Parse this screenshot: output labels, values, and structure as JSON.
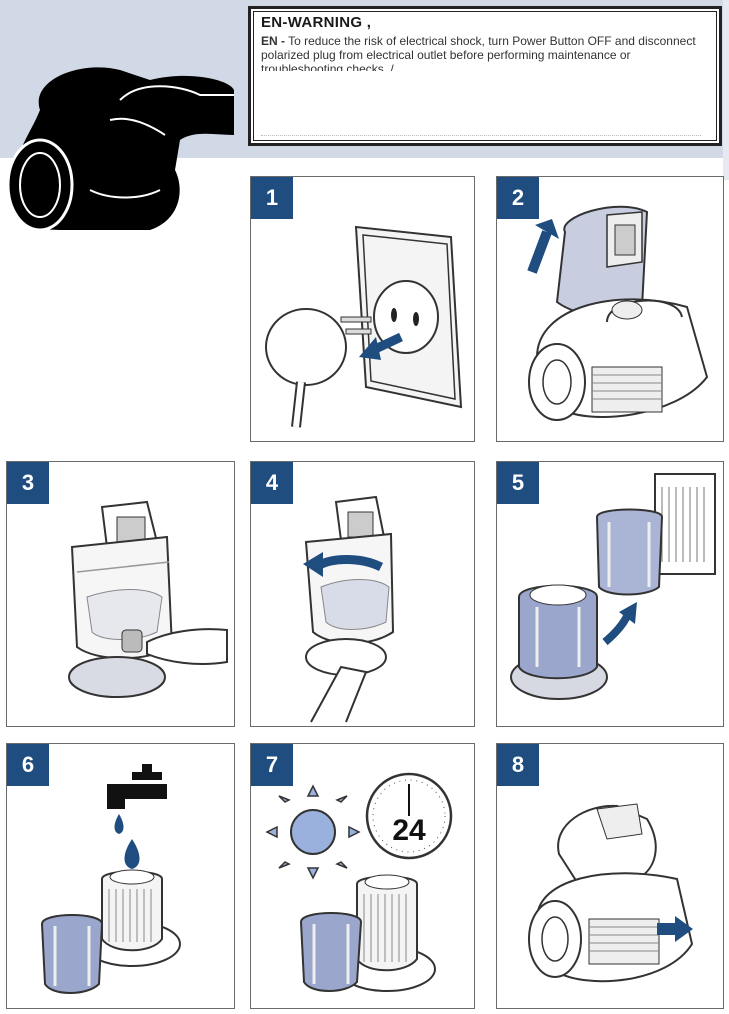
{
  "warning": {
    "title": "EN-WARNING ,",
    "lang_prefix": "EN -",
    "text": "To reduce the risk of electrical shock, turn Power Button OFF and disconnect polarized plug from electrical outlet before performing maintenance or troubleshooting checks. /"
  },
  "steps": [
    {
      "number": "1",
      "depicts": "unplug-from-outlet"
    },
    {
      "number": "2",
      "depicts": "lift-dust-container"
    },
    {
      "number": "3",
      "depicts": "press-release-button"
    },
    {
      "number": "4",
      "depicts": "twist-open-container"
    },
    {
      "number": "5",
      "depicts": "remove-filters"
    },
    {
      "number": "6",
      "depicts": "rinse-filters-under-tap"
    },
    {
      "number": "7",
      "depicts": "dry-24-hours"
    },
    {
      "number": "8",
      "depicts": "reinsert-container"
    }
  ],
  "timer_label": "24",
  "colors": {
    "accent": "#1f4d80",
    "band": "#d2d9e6",
    "filter_blue": "#7c8dbf"
  }
}
